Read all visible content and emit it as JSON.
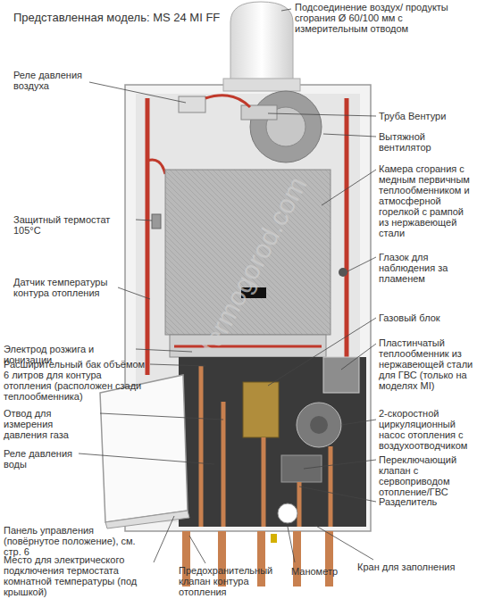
{
  "diagram": {
    "title": "Представленная модель: MS 24 MI FF",
    "labels": [
      "Подсоединение воздух/ продукты сгорания Ø 60/100 мм с измерительным отводом",
      "Реле давления воздуха",
      "Труба Вентури",
      "Вытяжной вентилятор",
      "Камера сгорания с медным первичным теплообменником и атмосферной горелкой с рампой из нержавеющей стали",
      "Защитный термостат 105°C",
      "Датчик температуры контура отопления",
      "Глазок для наблюдения за пламенем",
      "Газовый блок",
      "Электрод розжига и ионизации",
      "Пластинчатый теплообменник из нержавеющей стали для ГВС (только на моделях MI)",
      "Расширительный бак объёмом 6 литров для контура отопления (расположен сзади теплообменника)",
      "Отвод для измерения давления газа",
      "2-скоростной циркуляционный насос отопления с воздухоотводчиком",
      "Реле давления воды",
      "Переключающий клапан с сервоприводом отопление/ГВС",
      "Разделитель",
      "Панель управления (повёрнутое положение), см. стр. 6",
      "Место для электрического подключения термостата комнатной температуры (под крышкой)",
      "Предохранительный клапан контура отопления",
      "Манометр",
      "Кран для заполнения",
      "termogorod.com"
    ]
  }
}
